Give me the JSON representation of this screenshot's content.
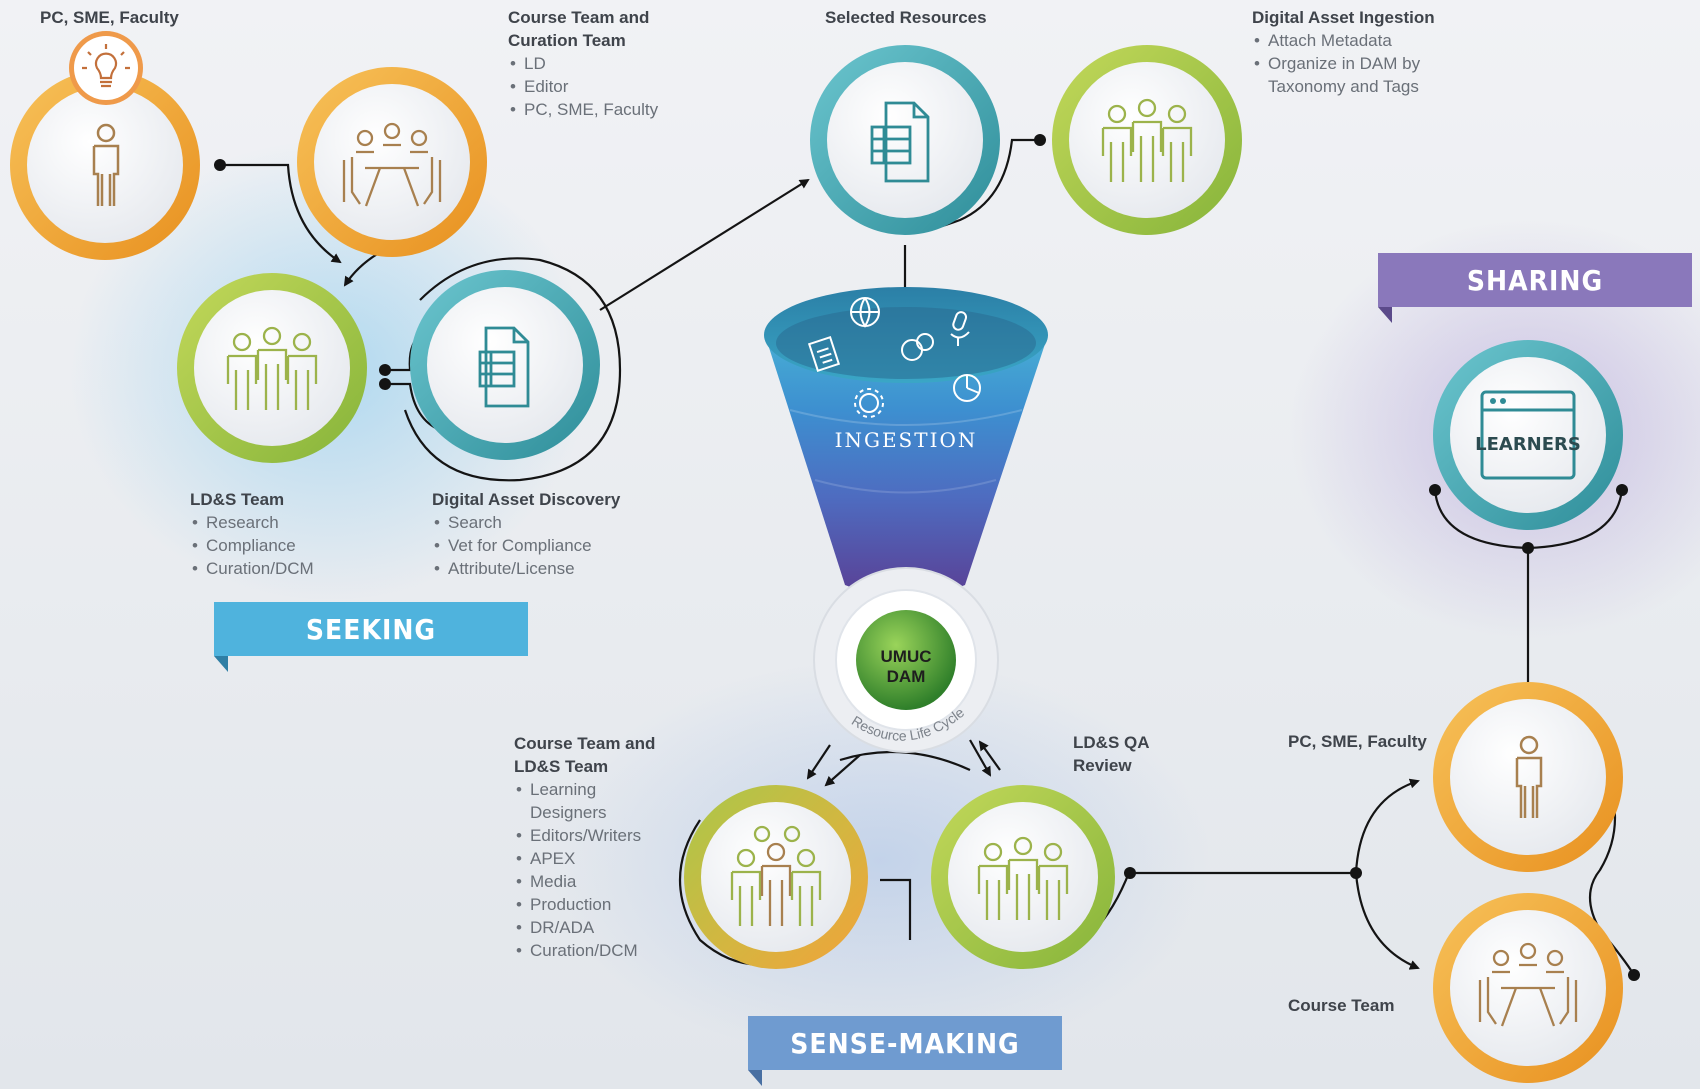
{
  "labels": {
    "seeking_initiator": "PC, SME, Faculty",
    "course_curation": {
      "heading": "Course Team and Curation Team",
      "items": [
        "LD",
        "Editor",
        "PC, SME, Faculty"
      ]
    },
    "selected_resources": "Selected Resources",
    "digital_asset_ingestion": {
      "heading": "Digital Asset Ingestion",
      "items": [
        "Attach Metadata",
        "Organize in DAM by Taxonomy and Tags"
      ]
    },
    "ldas_team": {
      "heading": "LD&S Team",
      "items": [
        "Research",
        "Compliance",
        "Curation/DCM"
      ]
    },
    "digital_asset_discovery": {
      "heading": "Digital Asset Discovery",
      "items": [
        "Search",
        "Vet for Compliance",
        "Attribute/License"
      ]
    },
    "course_ldas": {
      "heading": "Course Team and LD&S Team",
      "items": [
        "Learning Designers",
        "Editors/Writers",
        "APEX",
        "Media",
        "Production",
        "DR/ADA",
        "Curation/DCM"
      ]
    },
    "ldas_qa": "LD&S QA Review",
    "sharing_faculty": "PC, SME, Faculty",
    "course_team": "Course Team"
  },
  "banners": {
    "seeking": "SEEKING",
    "sharing": "SHARING",
    "sense_making": "SENSE-MAKING"
  },
  "funnel": {
    "ingestion": "INGESTION",
    "dam_line1": "UMUC",
    "dam_line2": "DAM",
    "lifecycle": "Resource Life Cycle"
  },
  "learners_label": "LEARNERS",
  "colors": {
    "orange": "#f2a93b",
    "green": "#a9c84a",
    "teal": "#3fa7b3",
    "seeking_banner": "#4fb3dd",
    "sharing_banner": "#8a78bb",
    "sensemaking_banner": "#6f9bd0",
    "line": "#141414"
  },
  "icons": [
    "lightbulb-icon",
    "person-icon",
    "meeting-icon",
    "group-icon",
    "document-list-icon",
    "globe-icon",
    "microphone-icon",
    "chat-icon",
    "gear-icon",
    "pie-chart-icon",
    "browser-window-icon"
  ]
}
